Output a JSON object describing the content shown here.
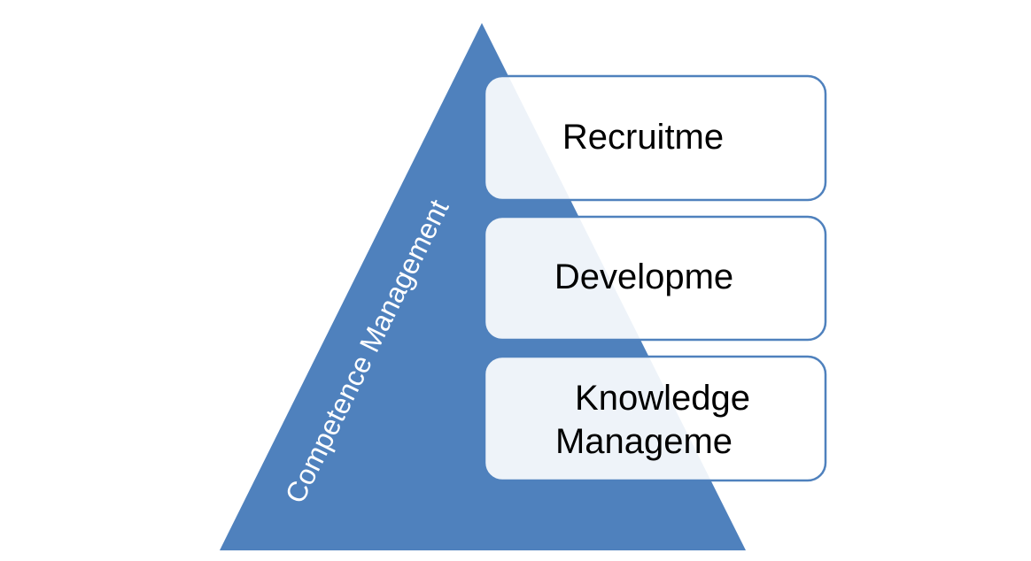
{
  "diagram": {
    "pyramid_label": "Competence Management",
    "boxes": [
      {
        "lines": [
          "Recruitme"
        ]
      },
      {
        "lines": [
          "Developme"
        ]
      },
      {
        "lines": [
          "Knowledge",
          "Manageme"
        ]
      }
    ]
  },
  "colors": {
    "pyramid": "#4f81bd",
    "box_fill": "#ffffff",
    "box_border": "#4f81bd",
    "text": "#000000",
    "pyramid_text": "#ffffff"
  }
}
